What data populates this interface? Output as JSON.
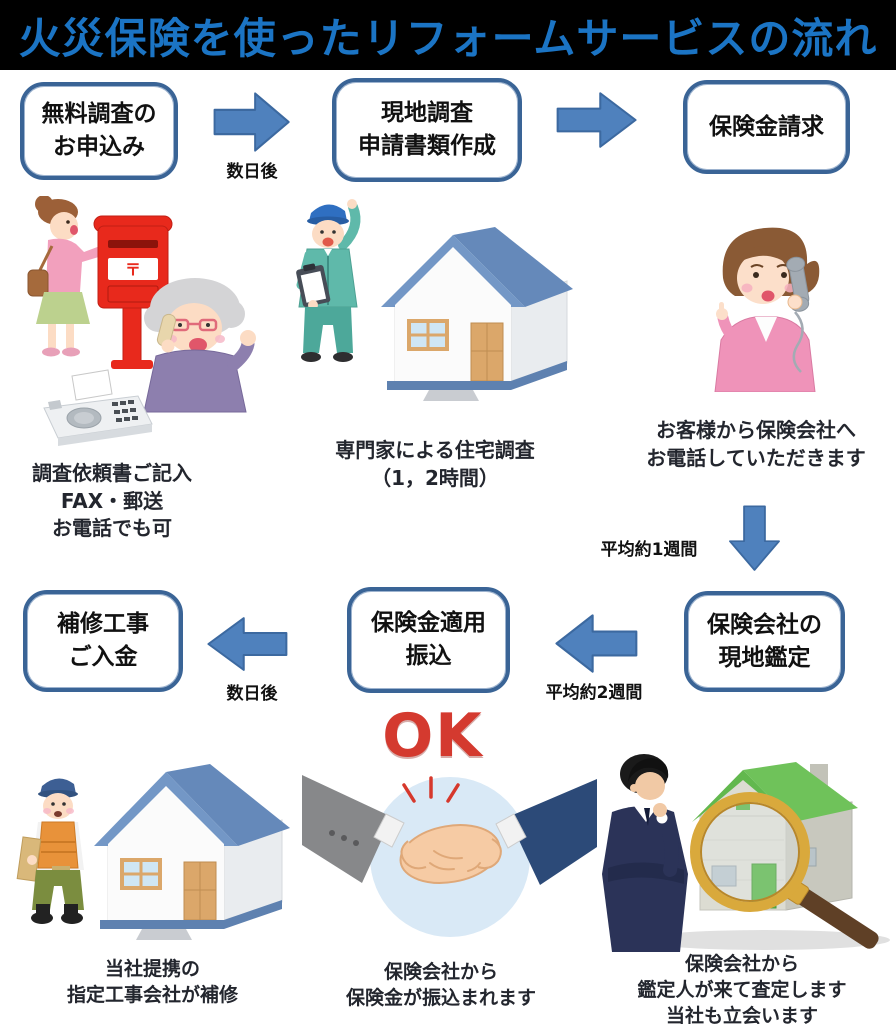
{
  "title_bar": {
    "title": "火災保険を使ったリフォームサービスの流れ"
  },
  "boxes": {
    "apply": {
      "line1": "無料調査の",
      "line2": "お申込み"
    },
    "survey": {
      "line1": "現地調査",
      "line2": "申請書類作成"
    },
    "claim": {
      "line1": "保険金請求"
    },
    "appraisal": {
      "line1": "保険会社の",
      "line2": "現地鑑定"
    },
    "payout": {
      "line1": "保険金適用",
      "line2": "振込"
    },
    "repair": {
      "line1": "補修工事",
      "line2": "ご入金"
    }
  },
  "arrow_labels": {
    "apply_to_survey": "数日後",
    "claim_to_appraisal": "平均約1週間",
    "appraisal_to_payout": "平均約2週間",
    "payout_to_repair": "数日後"
  },
  "captions": {
    "apply": {
      "line1": "調査依頼書ご記入",
      "line2": "FAX・郵送",
      "line3": "お電話でも可"
    },
    "survey": {
      "line1": "専門家による住宅調査",
      "line2": "（1，2時間）"
    },
    "claim": {
      "line1": "お客様から保険会社へ",
      "line2": "お電話していただきます"
    },
    "appraisal": {
      "line1": "保険会社から",
      "line2": "鑑定人が来て査定します",
      "line3": "当社も立会います"
    },
    "payout": {
      "line1": "保険会社から",
      "line2": "保険金が振込まれます"
    },
    "repair": {
      "line1": "当社提携の",
      "line2": "指定工事会社が補修"
    }
  },
  "badges": {
    "ok": "OK"
  },
  "glyphs": {
    "postal_mark": "〒"
  },
  "colors": {
    "title_text": "#1b74c4",
    "title_bg": "#000000",
    "box_border": "#3a6496",
    "box_text": "#111111",
    "arrow_fill": "#4f81bd",
    "arrow_outline": "#3c69a0",
    "caption_text": "#23262e",
    "ok_red": "#d43a2f",
    "postbox_red": "#e8291c",
    "house_roof_blue": "#7397c6",
    "house_roof_green": "#62b84e"
  }
}
